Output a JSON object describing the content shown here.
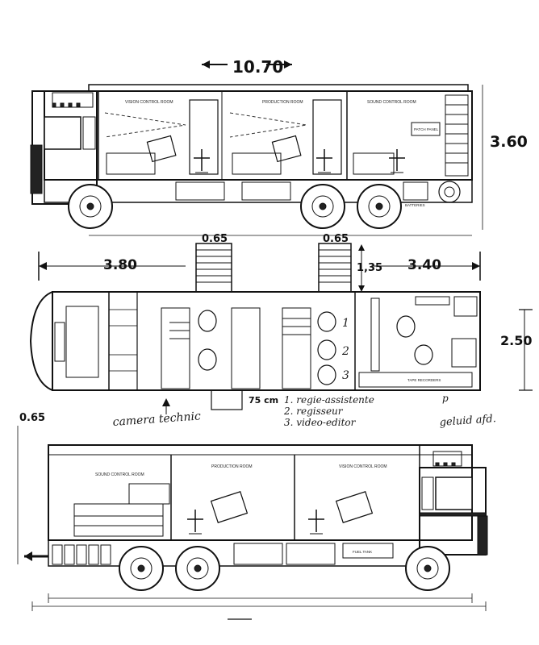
{
  "dimensions": {
    "total_length": "10.70",
    "height": "3.60",
    "front_section": "3.80",
    "rear_section": "3.40",
    "width": "2.50",
    "platform_top": "0.65",
    "platform_right": "0.65",
    "platform_depth": "1,35",
    "door_width": "75 cm",
    "left_side_top": "0.65"
  },
  "annotations": {
    "camera_technician": "camera technic",
    "sound_dept": "geluid afd.",
    "seat_1": "1. regie-assistente",
    "seat_2": "2. regisseur",
    "seat_3": "3. video-editor"
  },
  "room_labels": {
    "vision_control_room": "VISION CONTROL ROOM",
    "production_room": "PRODUCTION ROOM",
    "sound_control_room": "SOUND CONTROL ROOM",
    "patch_panel": "PATCH PANEL",
    "tape_recorders": "TAPE RECORDERS",
    "batteries": "BATTERIES",
    "fuel_tank": "FUEL TANK"
  },
  "seat_numbers": [
    "1",
    "2",
    "3"
  ]
}
